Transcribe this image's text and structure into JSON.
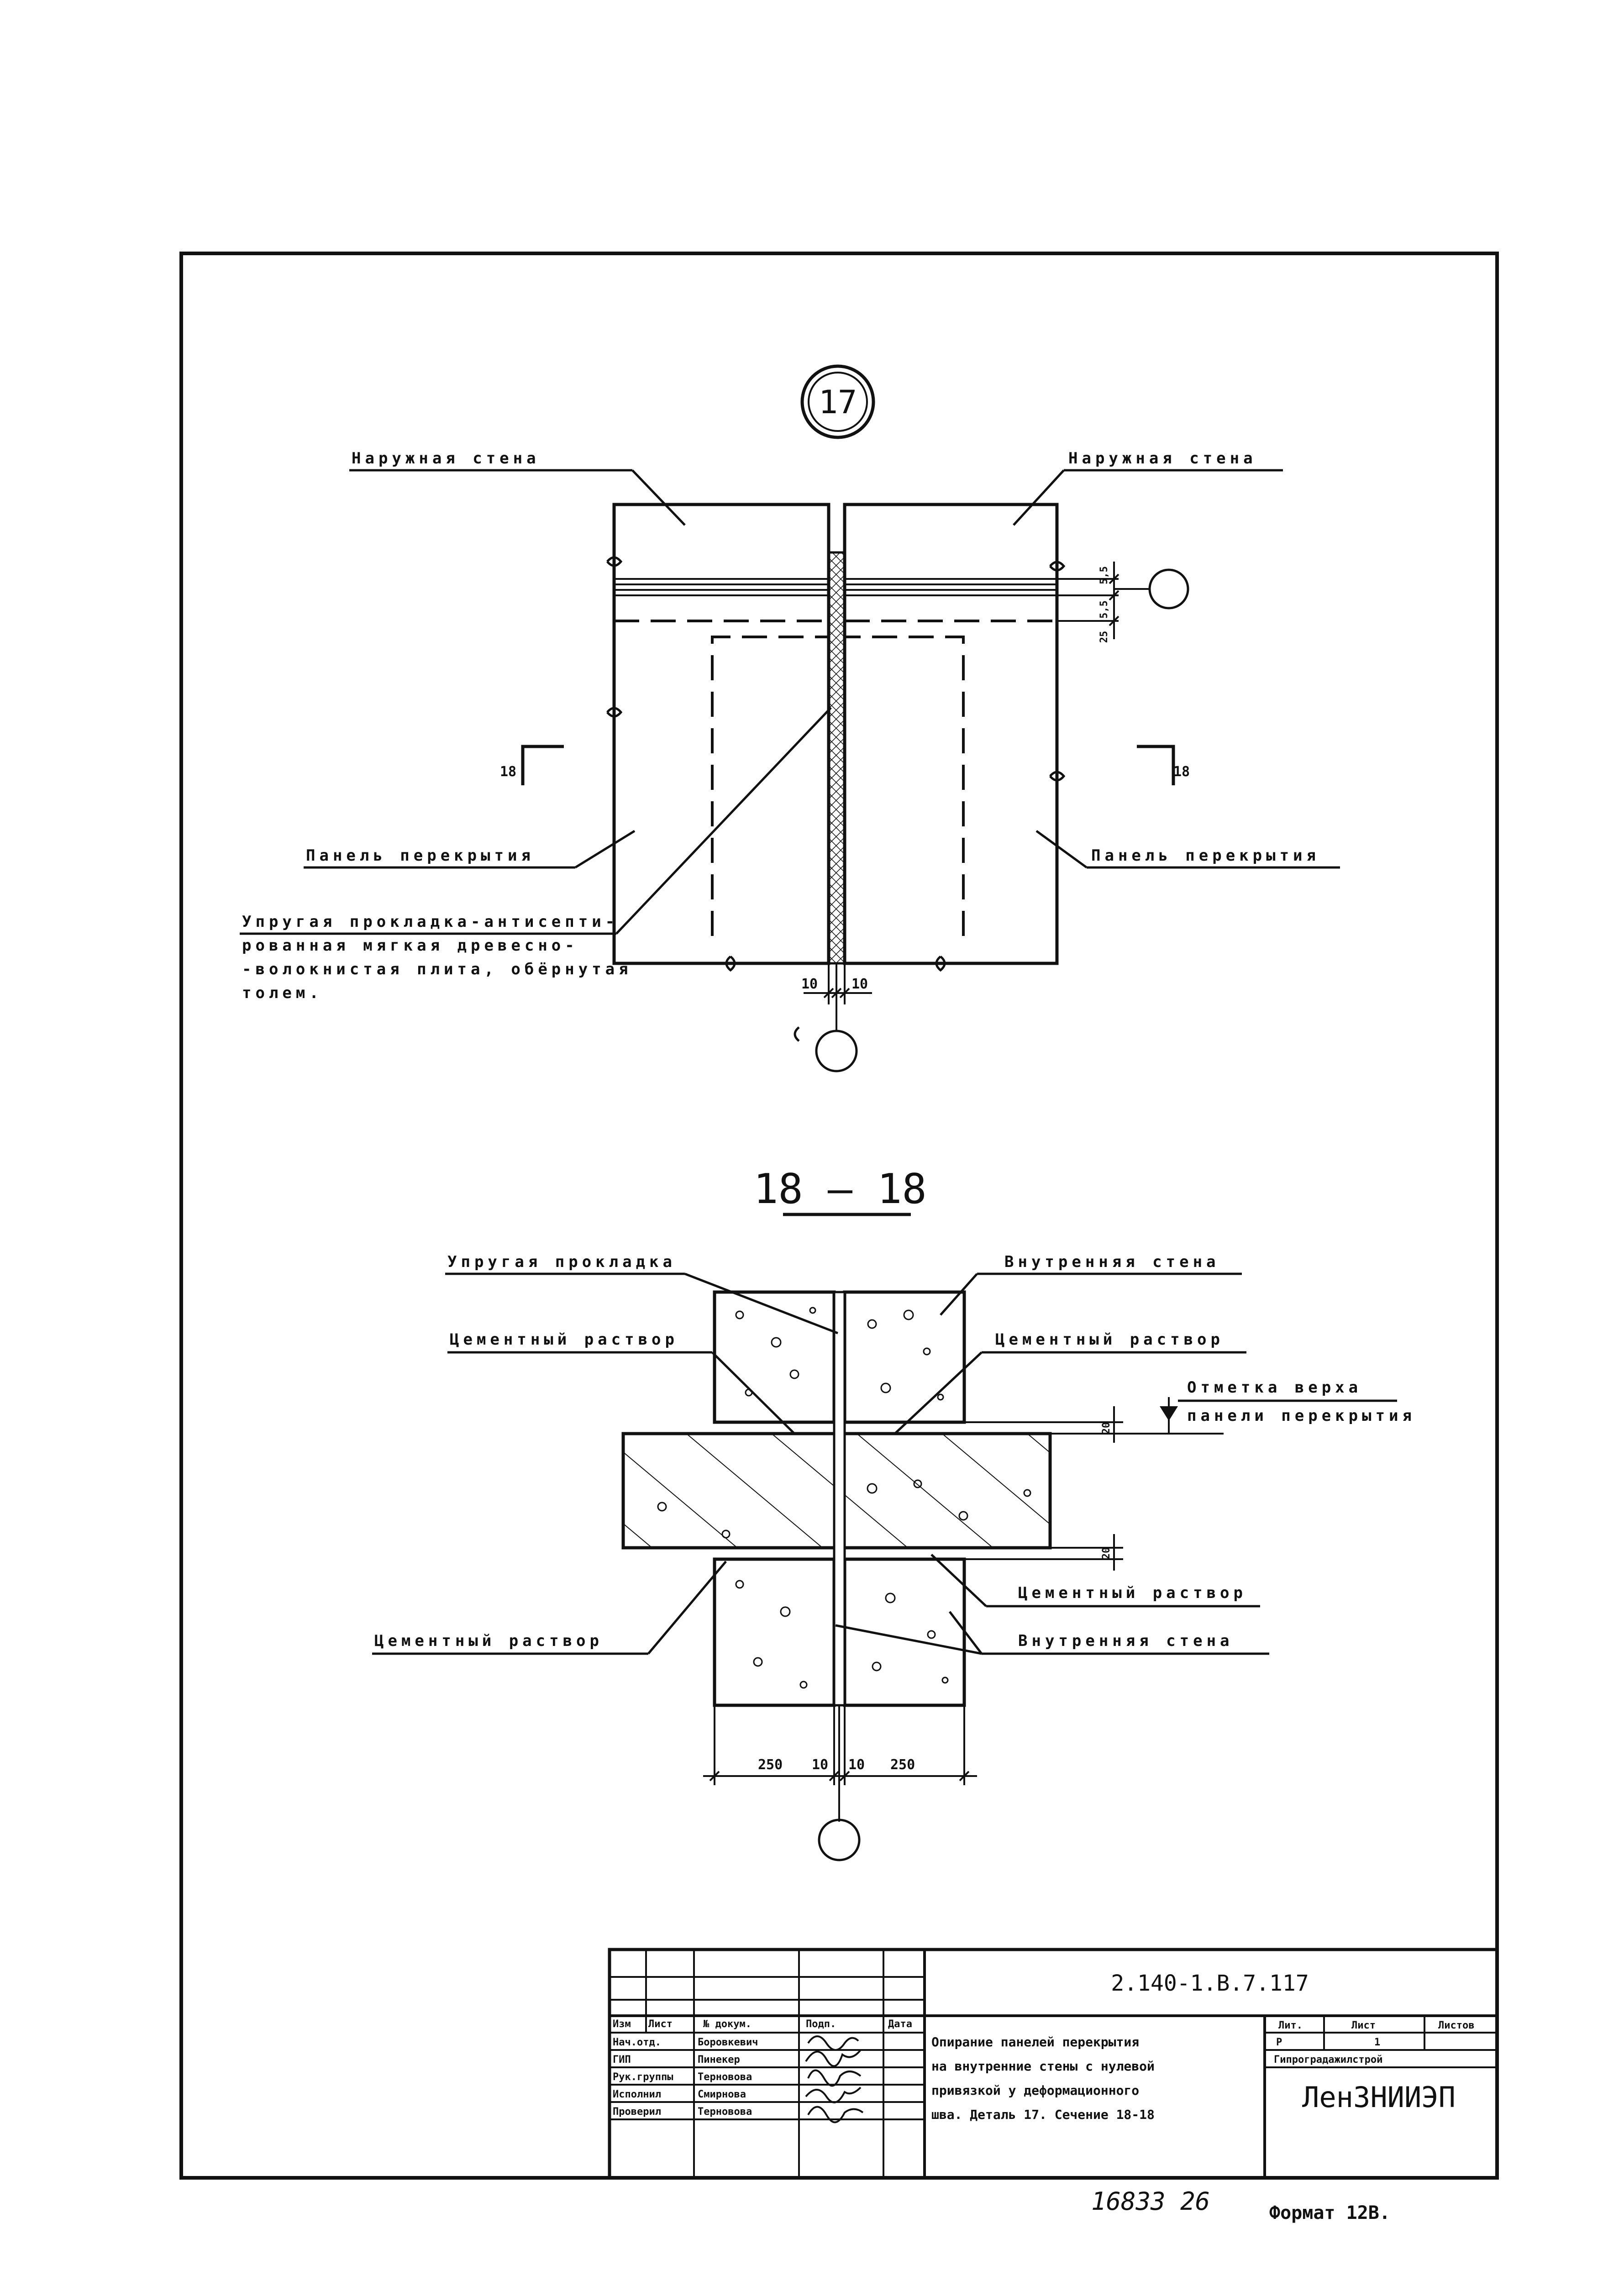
{
  "detail17": {
    "marker": "17",
    "outer_wall_left": "Наружная стена",
    "outer_wall_right": "Наружная стена",
    "dim_55_a": "5,5",
    "dim_55_b": "5,5",
    "dim_25": "25",
    "section_left": "18",
    "section_right": "18",
    "floor_panel_left": "Панель перекрытия",
    "floor_panel_right": "Панель перекрытия",
    "gasket_note": [
      "Упругая прокладка-антисепти-",
      "рованная мягкая древесно-",
      "-волокнистая плита, обёрнутая",
      "толем."
    ],
    "dim_left": "10",
    "dim_right": "10"
  },
  "section": {
    "title": "18 – 18",
    "elastic_gasket": "Упругая прокладка",
    "inner_wall_top": "Внутренняя стена",
    "mortar_top_left": "Цементный раствор",
    "mortar_top_right": "Цементный раствор",
    "level_line1": "Отметка верха",
    "level_line2": "панели перекрытия",
    "dim_20_top": "20",
    "dim_20_bottom": "20",
    "mortar_bottom_right": "Цементный раствор",
    "mortar_bottom_left": "Цементный раствор",
    "inner_wall_bottom": "Внутренняя стена",
    "dims": [
      "250",
      "10",
      "10",
      "250"
    ]
  },
  "title_block": {
    "code": "2.140-1.В.7.117",
    "headers": [
      "Изм",
      "Лист",
      "№ докум.",
      "Подп.",
      "Дата"
    ],
    "rows": [
      {
        "role": "Нач.отд.",
        "name": "Боровкевич"
      },
      {
        "role": "ГИП",
        "name": "Пинекер"
      },
      {
        "role": "Рук.группы",
        "name": "Терновова"
      },
      {
        "role": "Исполнил",
        "name": "Смирнова"
      },
      {
        "role": "Проверил",
        "name": "Терновова"
      }
    ],
    "description": [
      "Опирание панелей перекрытия",
      "на внутренние стены с нулевой",
      "привязкой у деформационного",
      "шва. Деталь 17. Сечение 18-18"
    ],
    "stage_header": "Лит.",
    "sheet_header": "Лист",
    "sheets_header": "Листов",
    "stage": "Р",
    "sheet_no": "1",
    "org_line": "Гипроградажилстрой",
    "org": "ЛенЗНИИЭП"
  },
  "footer": {
    "handwritten": "16833 26",
    "format": "Формат 12В."
  }
}
